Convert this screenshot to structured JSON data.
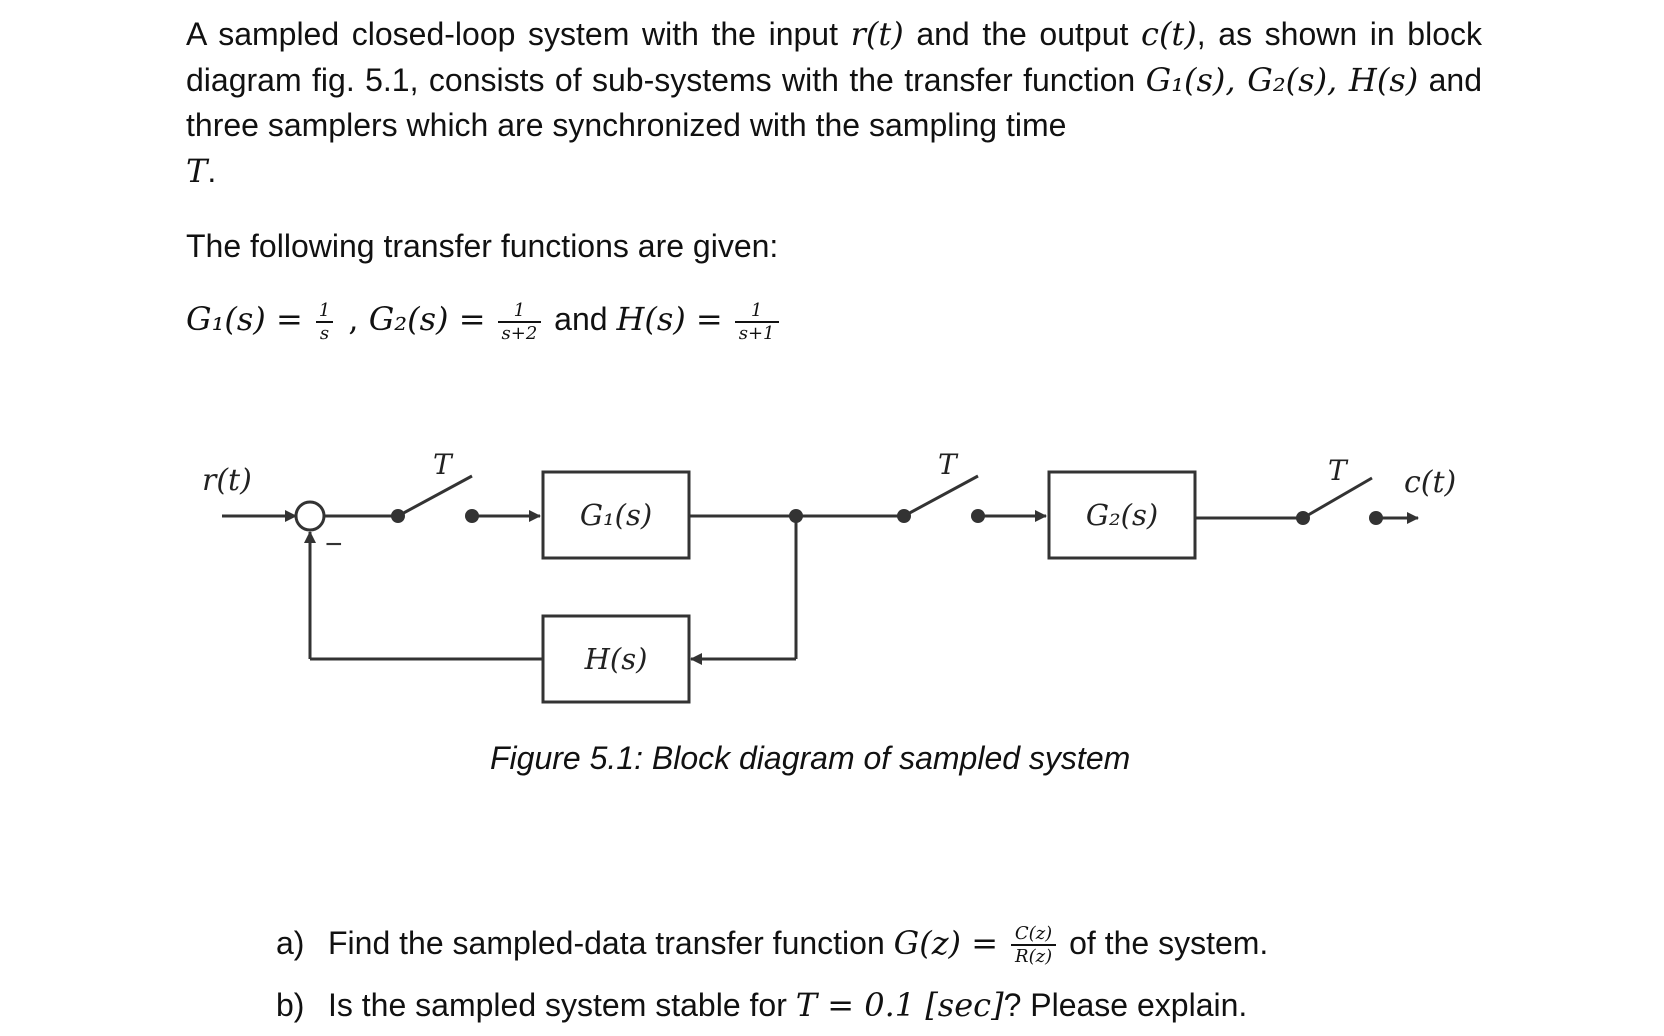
{
  "intro": {
    "line1_a": "A sampled closed-loop system with the input ",
    "r_t": "r(t)",
    "line1_b": " and the output ",
    "c_t": "c(t)",
    "line1_c": ", as shown in block diagram fig. 5.1, consists of sub-systems with the transfer function ",
    "subsystems": "G₁(s), G₂(s), H(s)",
    "line1_d": " and three samplers which are synchronized with the sampling time ",
    "T": "T",
    "period": "."
  },
  "given_heading": "The following transfer functions are given:",
  "equations": {
    "g1_lhs": "G₁(s) =",
    "g1_num": "1",
    "g1_den": "s",
    "sep": " , ",
    "g2_lhs": "G₂(s) =",
    "g2_num": "1",
    "g2_den": "s+2",
    "and": " and ",
    "h_lhs": "H(s) =",
    "h_num": "1",
    "h_den": "s+1"
  },
  "diagram": {
    "input_label": "r(t)",
    "output_label": "c(t)",
    "minus_sign": "−",
    "sampler1_label": "T",
    "sampler2_label": "T",
    "sampler3_label": "T",
    "g1_block": "G₁(s)",
    "g2_block": "G₂(s)",
    "h_block": "H(s)",
    "line_color": "#333333"
  },
  "caption": "Figure 5.1: Block diagram of sampled system",
  "questions": [
    {
      "mark": "a)",
      "text_a": "Find the sampled-data transfer function ",
      "gz": "G(z) =",
      "num": "C(z)",
      "den": "R(z)",
      "text_b": " of the system."
    },
    {
      "mark": "b)",
      "text_a": "Is the sampled system stable for ",
      "math": "T = 0.1 [sec]",
      "text_b": "? Please explain."
    }
  ]
}
